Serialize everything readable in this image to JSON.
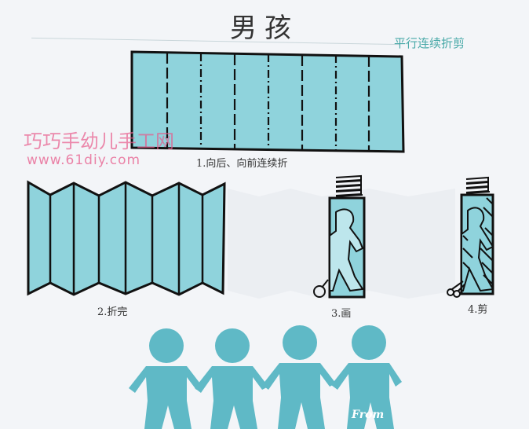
{
  "title": "男孩",
  "subtitle": "平行连续折剪",
  "watermark": {
    "name": "巧巧手幼儿手工网",
    "url": "www.61diy.com"
  },
  "steps": [
    {
      "label": "1.向后、向前连续折"
    },
    {
      "label": "2.折完"
    },
    {
      "label": "3.画"
    },
    {
      "label": "4.剪"
    }
  ],
  "source_text": "From",
  "colors": {
    "paper": "#8fd3dc",
    "outline": "#111111",
    "figure": "#5fb9c6",
    "background": "#f3f5f8"
  }
}
